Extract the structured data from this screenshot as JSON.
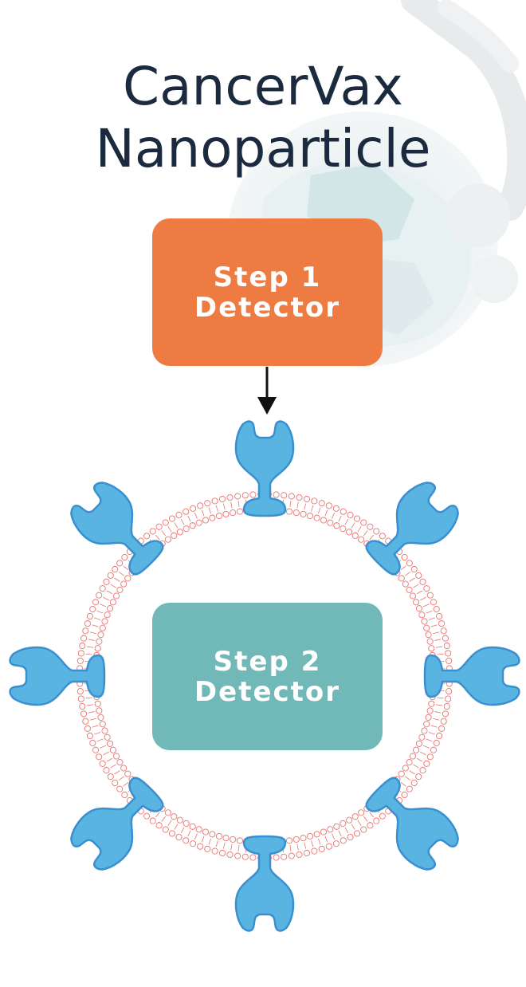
{
  "title": {
    "line1": "CancerVax",
    "line2": "Nanoparticle"
  },
  "steps": [
    {
      "line1": "Step 1",
      "line2": "Detector"
    },
    {
      "line2": "Detector",
      "line1": "Step 2"
    }
  ],
  "colors": {
    "title": "#1b2a3e",
    "step1": "#ee7b42",
    "step2": "#71b9b8",
    "receptor_fill": "#5ab4e2",
    "receptor_stroke": "#3a8fd0",
    "membrane": "#e8736e",
    "arrow": "#111111"
  },
  "icons": {
    "background": "nanoparticle-illustration",
    "receptor": "receptor-icon",
    "membrane": "lipid-bilayer"
  }
}
